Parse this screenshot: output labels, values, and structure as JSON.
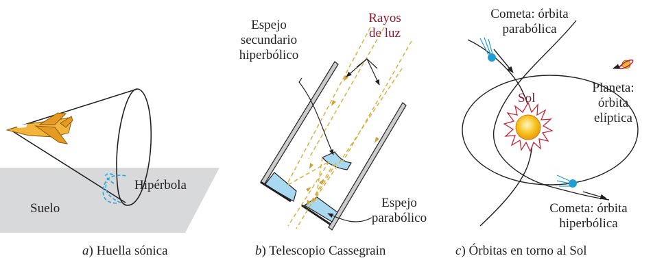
{
  "panel_a": {
    "label_hyperbola": "Hipérbola",
    "label_ground": "Suelo",
    "caption_letter": "a",
    "caption_text": ") Huella sónica"
  },
  "panel_b": {
    "label_light_rays": [
      "Rayos",
      "de luz"
    ],
    "label_secondary_mirror": [
      "Espejo",
      "secundario",
      "hiperbólico"
    ],
    "label_primary_mirror": [
      "Espejo",
      "parabólico"
    ],
    "caption_letter": "b",
    "caption_text": ") Telescopio Cassegrain"
  },
  "panel_c": {
    "label_comet_parabolic": [
      "Cometa: órbita",
      "parabólica"
    ],
    "label_planet": [
      "Planeta:",
      "órbita",
      "elíptica"
    ],
    "label_sun": "Sol",
    "label_comet_hyperbolic": [
      "Cometa: órbita",
      "hiperbólica"
    ],
    "caption_letter": "c",
    "caption_text": ") Órbitas en torno al Sol"
  },
  "colors": {
    "ground": "#d8d9db",
    "jet": "#f2b43a",
    "ray": "#d4b24a",
    "mirror": "#a9d9f0",
    "sun": "#f6c21b",
    "sun_rays": "#c0283c",
    "comet": "#1f9fd3",
    "red_text": "#8c1a2e"
  }
}
